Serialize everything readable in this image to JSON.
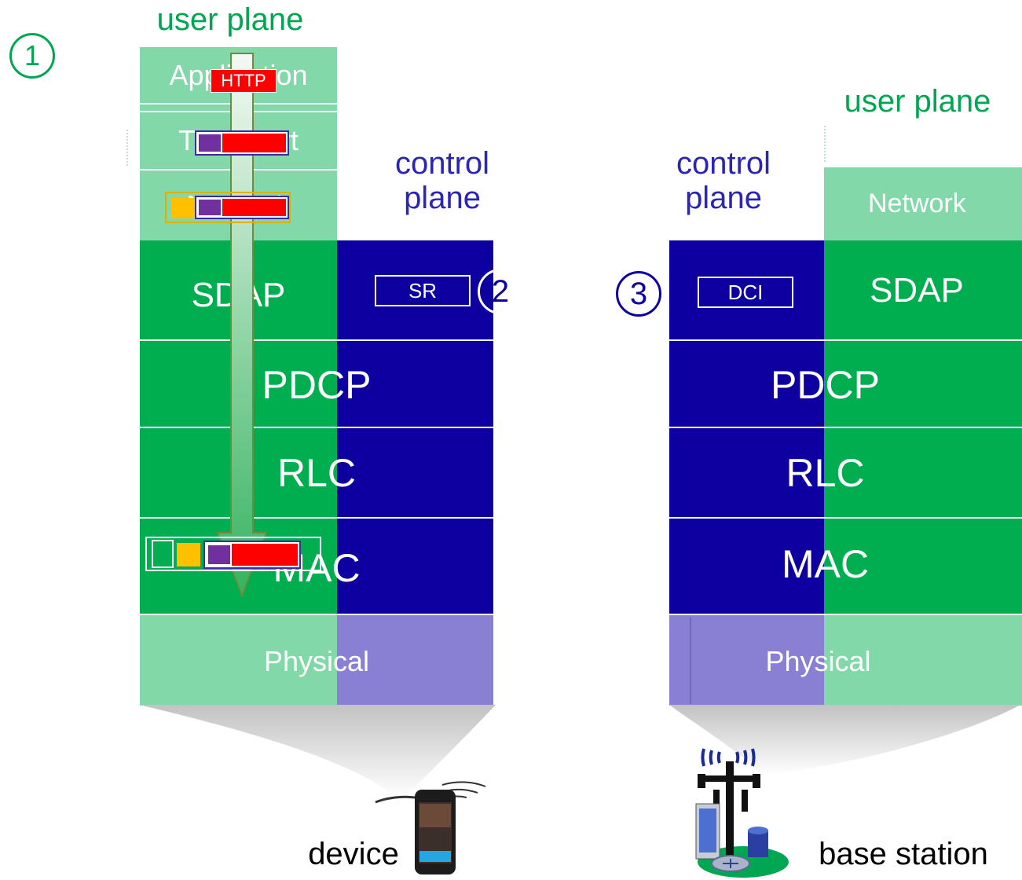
{
  "device_stack": {
    "user_plane_label": "user plane",
    "control_plane_label": "control\nplane",
    "layers": {
      "application": "Application",
      "transport": "Transport",
      "network": "Network",
      "sdap": "SDAP",
      "pdcp": "PDCP",
      "rlc": "RLC",
      "mac": "MAC",
      "physical": "Physical"
    },
    "sr_message": "SR",
    "http_label": "HTTP",
    "device_label": "device"
  },
  "base_station_stack": {
    "user_plane_label": "user plane",
    "control_plane_label": "control\nplane",
    "layers": {
      "network": "Network",
      "sdap": "SDAP",
      "pdcp": "PDCP",
      "rlc": "RLC",
      "mac": "MAC",
      "physical": "Physical"
    },
    "dci_message": "DCI",
    "base_station_label": "base station"
  },
  "step_markers": [
    "1",
    "2",
    "3"
  ],
  "colors": {
    "user_plane_green": "#00ad4f",
    "user_plane_light": "#82d8a8",
    "control_plane_navy": "#0e00a0",
    "physical_lavender": "#8980d4",
    "payload_red": "#ff0000",
    "header_purple": "#7030a0",
    "header_orange": "#ffc000"
  }
}
